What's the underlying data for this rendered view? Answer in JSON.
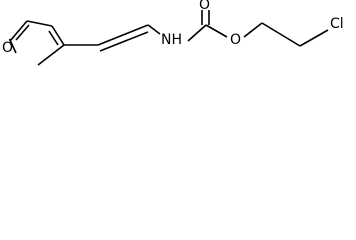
{
  "molecule": {
    "atom_labels": {
      "furan_oxygen": "O",
      "amide_nitrogen": "NH",
      "carbonyl_oxygen": "O",
      "ester_oxygen": "O",
      "chlorine": "Cl"
    }
  }
}
